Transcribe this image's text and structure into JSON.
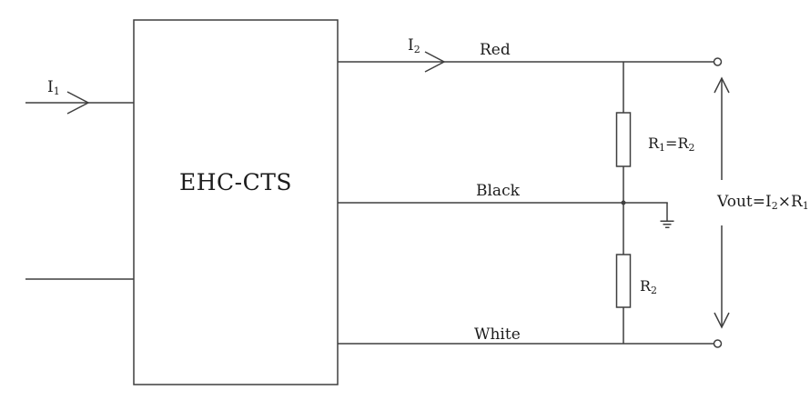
{
  "diagram": {
    "block_label": "EHC-CTS",
    "input_current": {
      "base": "I",
      "sub": "1"
    },
    "output_current": {
      "base": "I",
      "sub": "2"
    },
    "wire_labels": {
      "red": "Red",
      "black": "Black",
      "white": "White"
    },
    "resistor_top": {
      "p1": "R",
      "s1": "1",
      "p2": "=R",
      "s2": "2"
    },
    "resistor_bottom": {
      "p1": "R",
      "s1": "2"
    },
    "vout": {
      "p1": "Vout=I",
      "s1": "2",
      "p2": "×R",
      "s2": "1"
    }
  },
  "colors": {
    "line": "#3f3f3f",
    "text": "#1c1c1c",
    "background": "#ffffff"
  }
}
